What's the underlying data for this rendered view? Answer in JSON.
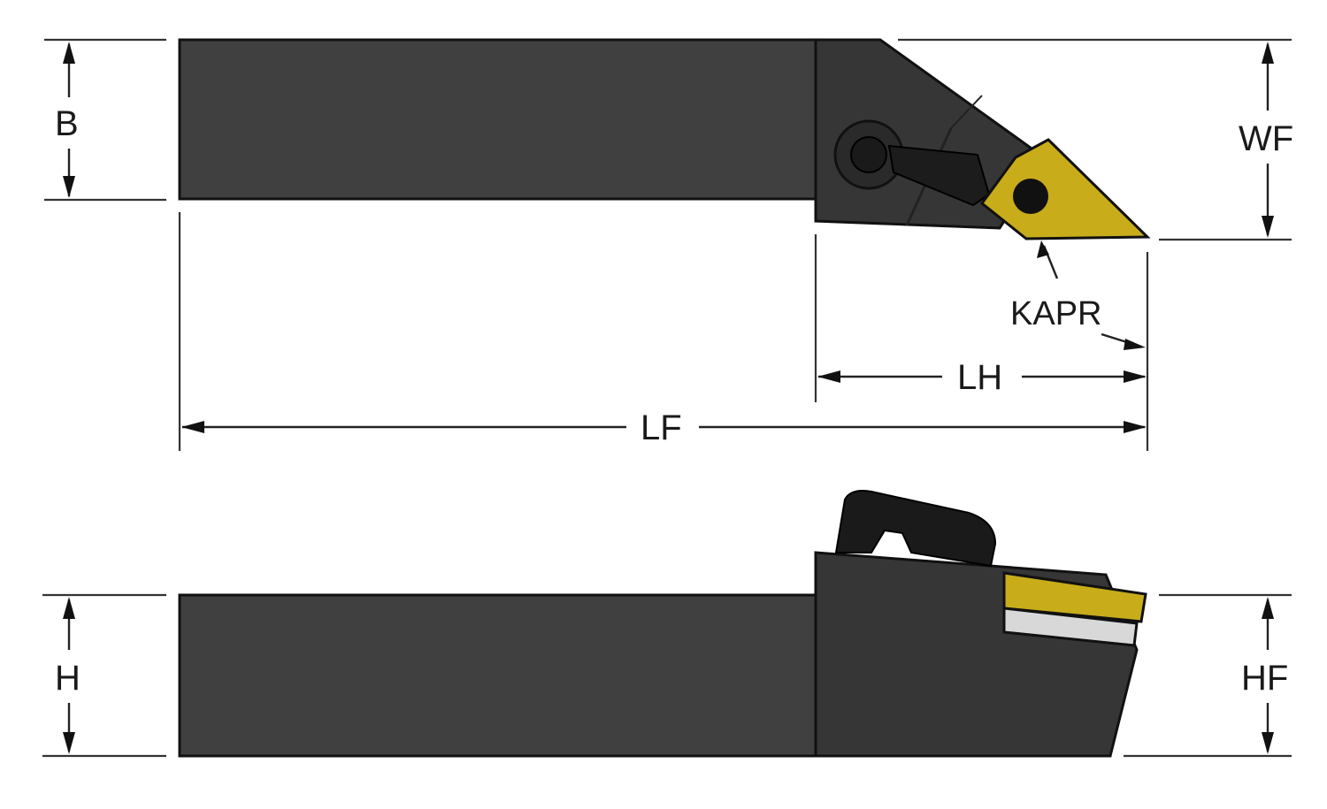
{
  "labels": {
    "b": "B",
    "wf": "WF",
    "kapr": "KAPR",
    "lh": "LH",
    "lf": "LF",
    "h": "H",
    "hf": "HF"
  },
  "colors": {
    "body": "#404040",
    "head": "#363636",
    "outline": "#111111",
    "insert": "#c8ac1a",
    "clamp": "#1c1c1c",
    "shim": "#d8d8d8"
  }
}
